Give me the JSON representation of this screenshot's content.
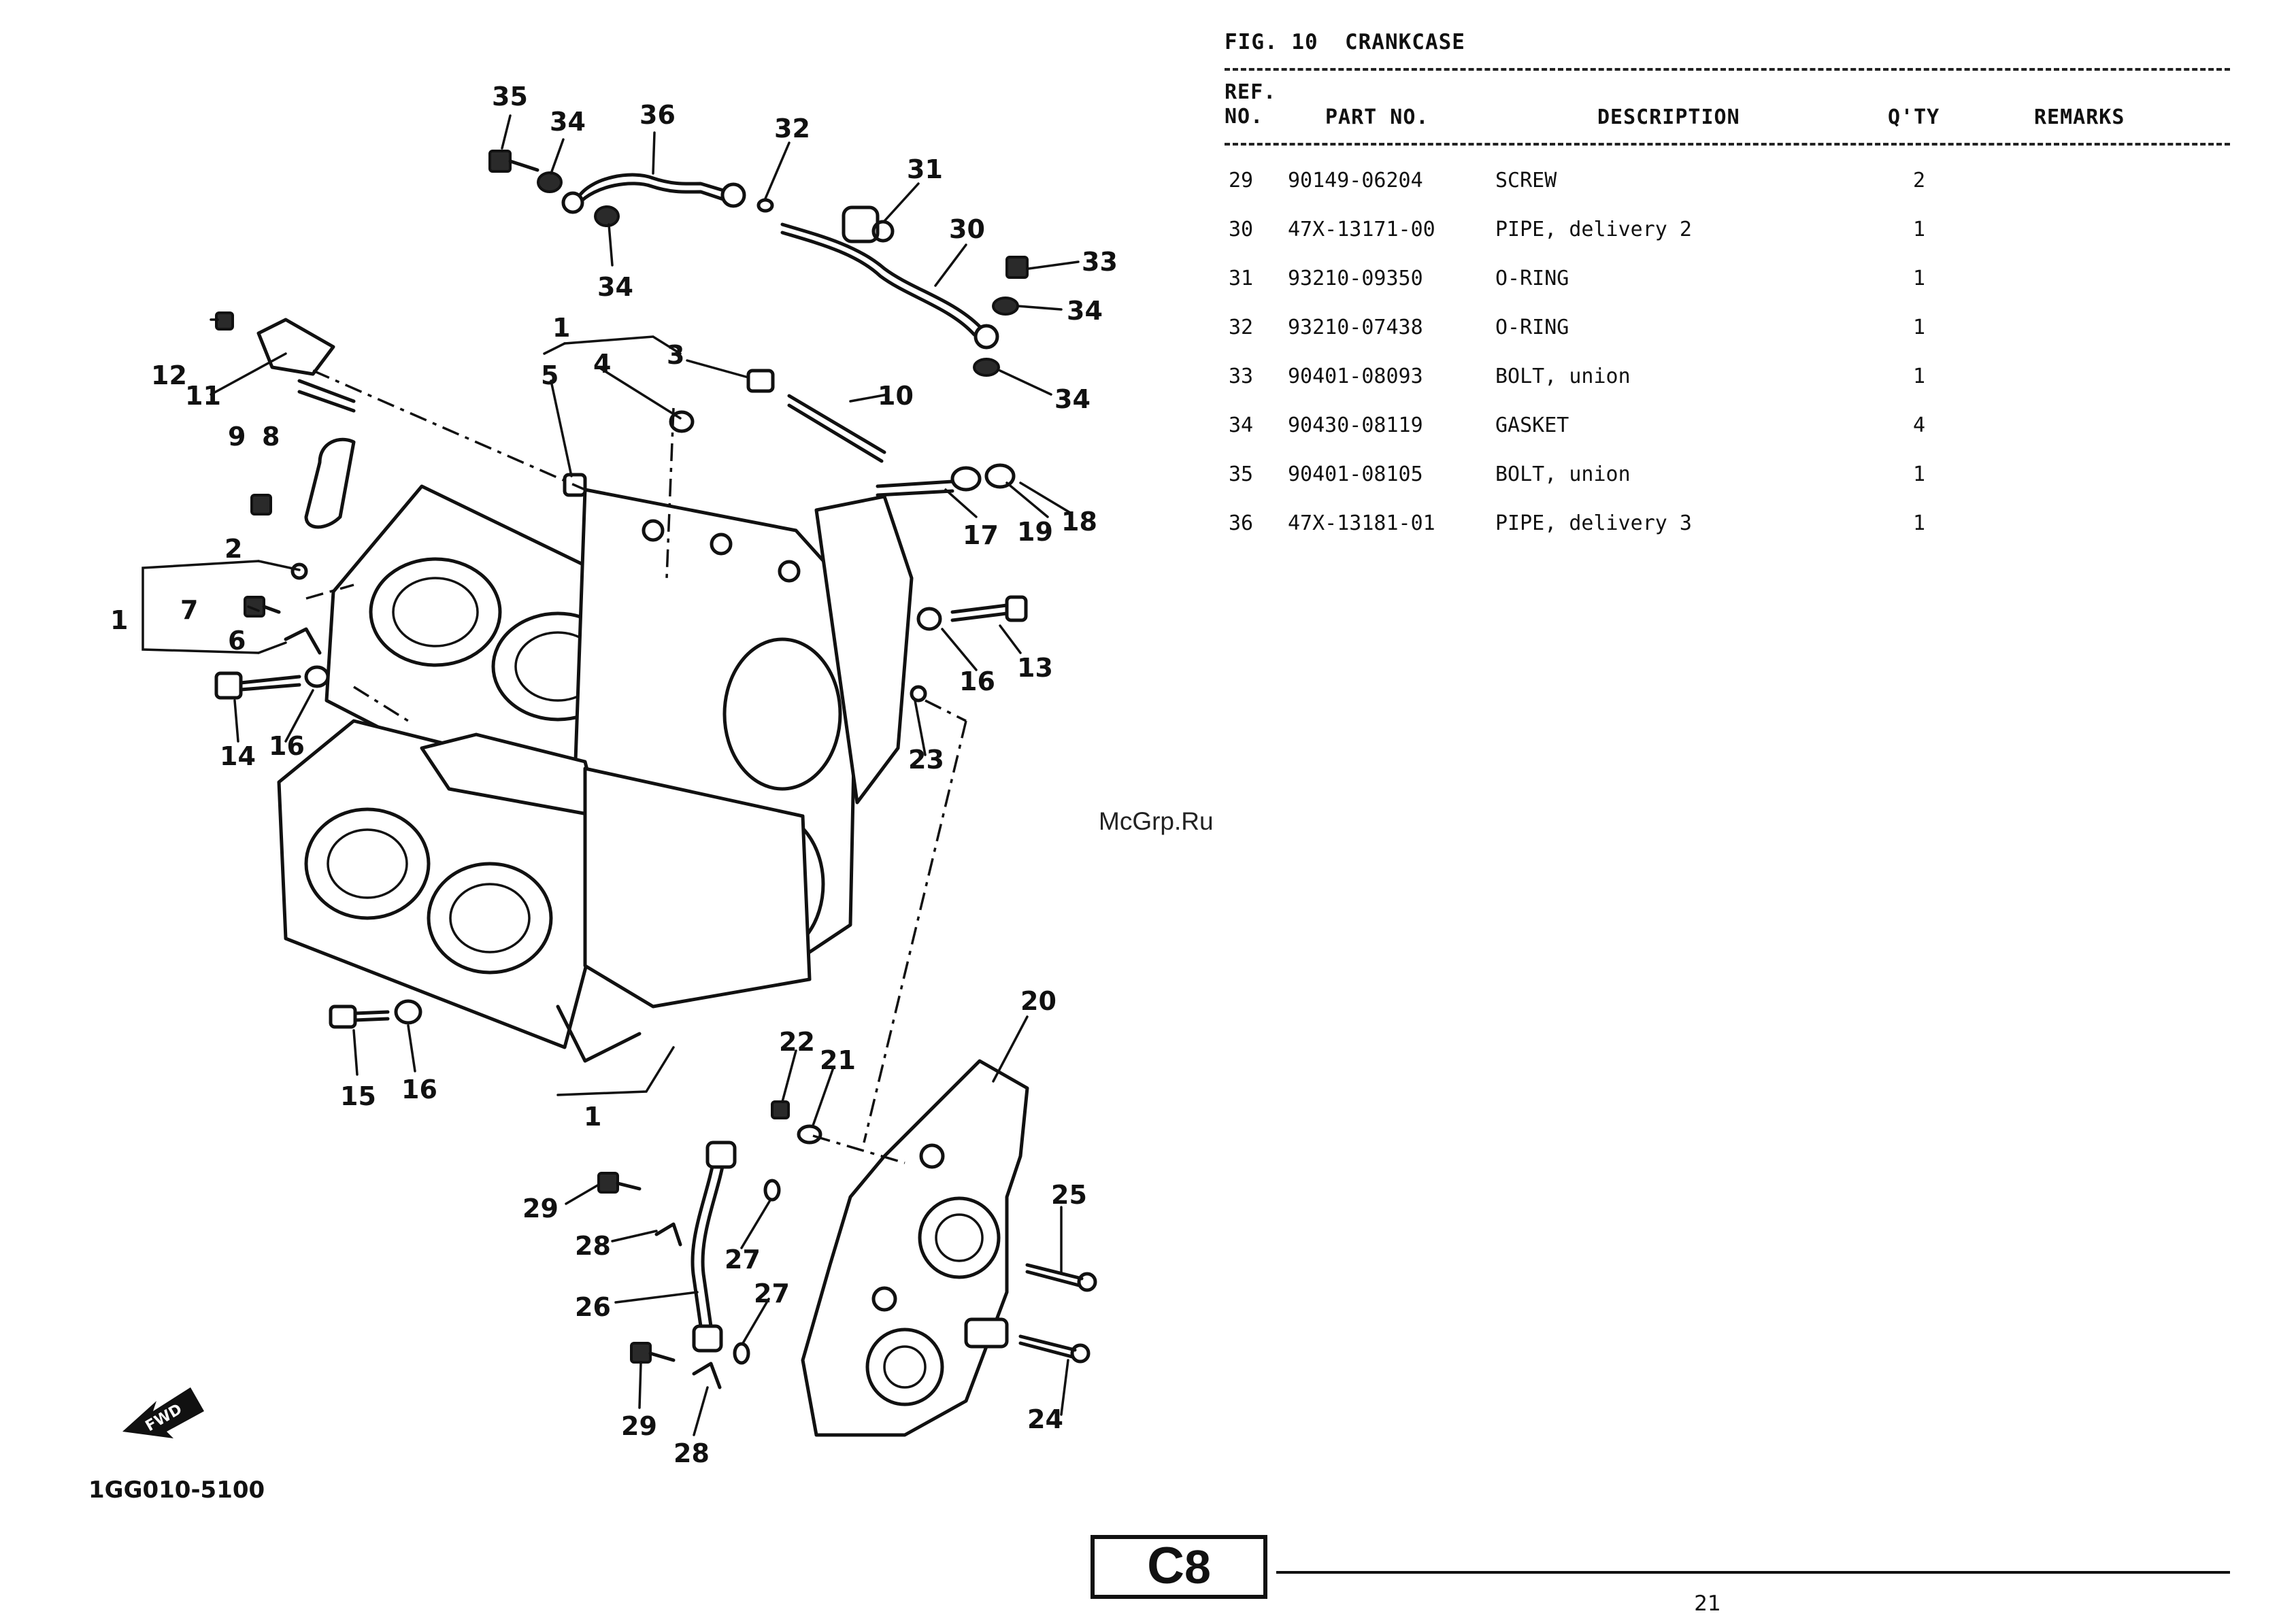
{
  "figure": {
    "title": "FIG. 10  CRANKCASE",
    "drawing_code": "1GG010-5100",
    "fwd_label": "FWD"
  },
  "table": {
    "headers": {
      "ref_no": "REF. NO.",
      "part_no": "PART NO.",
      "description": "DESCRIPTION",
      "qty": "Q'TY",
      "remarks": "REMARKS"
    },
    "rows": [
      {
        "ref": "29",
        "part": "90149-06204",
        "desc": "SCREW",
        "qty": "2"
      },
      {
        "ref": "30",
        "part": "47X-13171-00",
        "desc": "PIPE, delivery 2",
        "qty": "1"
      },
      {
        "ref": "31",
        "part": "93210-09350",
        "desc": "O-RING",
        "qty": "1"
      },
      {
        "ref": "32",
        "part": "93210-07438",
        "desc": "O-RING",
        "qty": "1"
      },
      {
        "ref": "33",
        "part": "90401-08093",
        "desc": "BOLT, union",
        "qty": "1"
      },
      {
        "ref": "34",
        "part": "90430-08119",
        "desc": "GASKET",
        "qty": "4"
      },
      {
        "ref": "35",
        "part": "90401-08105",
        "desc": "BOLT, union",
        "qty": "1"
      },
      {
        "ref": "36",
        "part": "47X-13181-01",
        "desc": "PIPE, delivery 3",
        "qty": "1"
      }
    ]
  },
  "callouts": [
    {
      "id": "c35",
      "text": "35"
    },
    {
      "id": "c34a",
      "text": "34"
    },
    {
      "id": "c36",
      "text": "36"
    },
    {
      "id": "c32",
      "text": "32"
    },
    {
      "id": "c31",
      "text": "31"
    },
    {
      "id": "c30",
      "text": "30"
    },
    {
      "id": "c33",
      "text": "33"
    },
    {
      "id": "c34b",
      "text": "34"
    },
    {
      "id": "c34c",
      "text": "34"
    },
    {
      "id": "c34d",
      "text": "34"
    },
    {
      "id": "c12",
      "text": "12"
    },
    {
      "id": "c11",
      "text": "11"
    },
    {
      "id": "c1a",
      "text": "1"
    },
    {
      "id": "c3",
      "text": "3"
    },
    {
      "id": "c4",
      "text": "4"
    },
    {
      "id": "c5",
      "text": "5"
    },
    {
      "id": "c10",
      "text": "10"
    },
    {
      "id": "c9",
      "text": "9"
    },
    {
      "id": "c8",
      "text": "8"
    },
    {
      "id": "c17",
      "text": "17"
    },
    {
      "id": "c19",
      "text": "19"
    },
    {
      "id": "c18",
      "text": "18"
    },
    {
      "id": "c2",
      "text": "2"
    },
    {
      "id": "c1b",
      "text": "1"
    },
    {
      "id": "c7",
      "text": "7"
    },
    {
      "id": "c6",
      "text": "6"
    },
    {
      "id": "c13",
      "text": "13"
    },
    {
      "id": "c16a",
      "text": "16"
    },
    {
      "id": "c14",
      "text": "14"
    },
    {
      "id": "c16b",
      "text": "16"
    },
    {
      "id": "c23",
      "text": "23"
    },
    {
      "id": "c20",
      "text": "20"
    },
    {
      "id": "c22",
      "text": "22"
    },
    {
      "id": "c21",
      "text": "21"
    },
    {
      "id": "c15",
      "text": "15"
    },
    {
      "id": "c16c",
      "text": "16"
    },
    {
      "id": "c1c",
      "text": "1"
    },
    {
      "id": "c25",
      "text": "25"
    },
    {
      "id": "c29a",
      "text": "29"
    },
    {
      "id": "c28a",
      "text": "28"
    },
    {
      "id": "c27a",
      "text": "27"
    },
    {
      "id": "c26",
      "text": "26"
    },
    {
      "id": "c27b",
      "text": "27"
    },
    {
      "id": "c24",
      "text": "24"
    },
    {
      "id": "c29b",
      "text": "29"
    },
    {
      "id": "c28b",
      "text": "28"
    }
  ],
  "watermark": "McGrp.Ru",
  "footer": {
    "section_letter": "C",
    "section_number": "8",
    "page_number": "21"
  }
}
